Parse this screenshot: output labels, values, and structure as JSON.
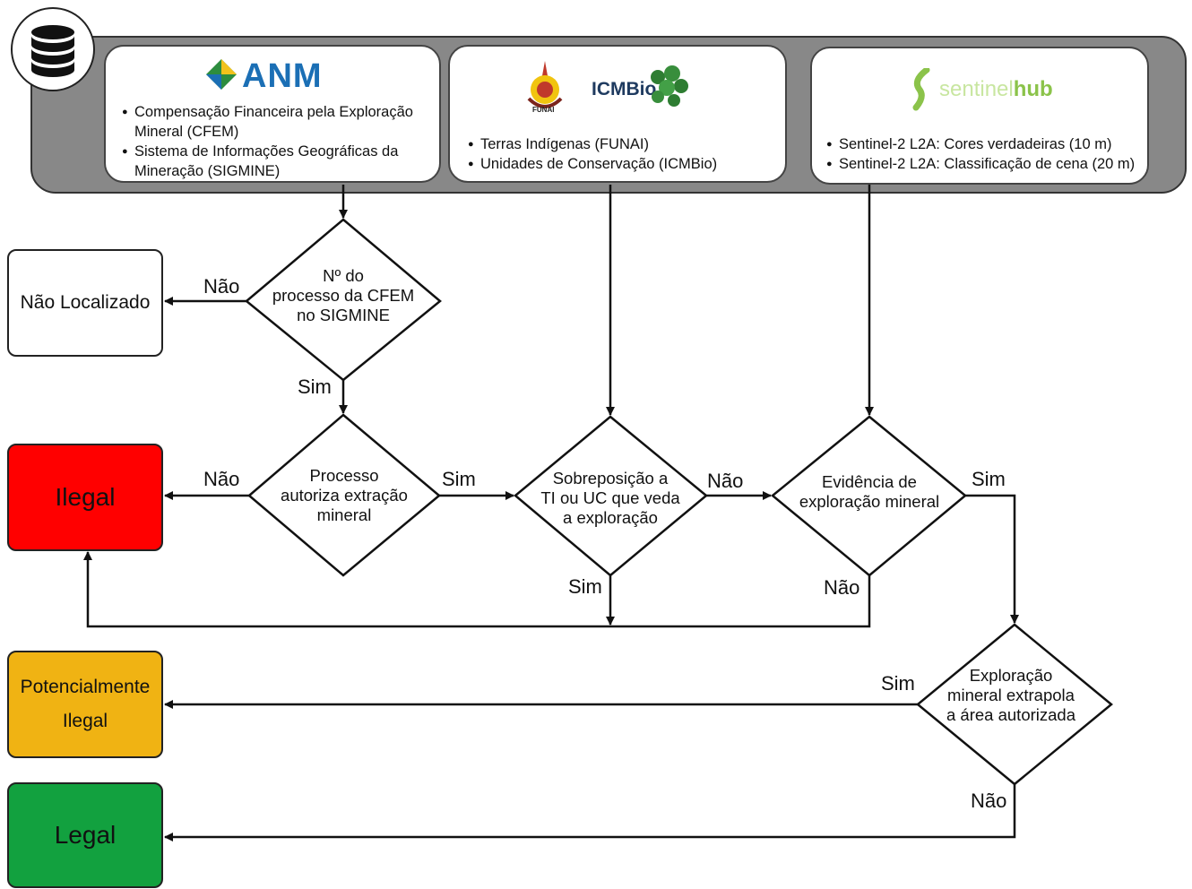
{
  "sources": {
    "anm": {
      "logo_text": "ANM",
      "bullets": [
        "Compensação Financeira pela Exploração Mineral (CFEM)",
        "Sistema de Informações Geográficas da Mineração (SIGMINE)"
      ]
    },
    "funai_icmbio": {
      "funai_logo_text": "FUNAI",
      "icmbio_logo_text": "ICMBio",
      "bullets": [
        "Terras Indígenas (FUNAI)",
        "Unidades de Conservação (ICMBio)"
      ]
    },
    "sentinel": {
      "logo_text_a": "sentinel",
      "logo_text_b": "hub",
      "bullets": [
        "Sentinel-2 L2A: Cores verdadeiras (10 m)",
        "Sentinel-2 L2A: Classificação de cena (20 m)"
      ]
    }
  },
  "decisions": {
    "d1": [
      "Nº do",
      "processo da CFEM",
      "no SIGMINE"
    ],
    "d2": [
      "Processo",
      "autoriza extração",
      "mineral"
    ],
    "d3": [
      "Sobreposição a",
      "TI ou UC que veda",
      "a exploração"
    ],
    "d4": [
      "Evidência de",
      "exploração mineral"
    ],
    "d5": [
      "Exploração",
      "mineral extrapola",
      "a área autorizada"
    ]
  },
  "outcomes": {
    "nao_localizado": "Não Localizado",
    "ilegal": "Ilegal",
    "potencialmente_line1": "Potencialmente",
    "potencialmente_line2": "Ilegal",
    "legal": "Legal"
  },
  "edge_labels": {
    "d1_no": "Não",
    "d1_yes": "Sim",
    "d2_no": "Não",
    "d2_yes": "Sim",
    "d3_no": "Não",
    "d3_yes": "Sim",
    "d4_yes": "Sim",
    "d4_no": "Não",
    "d5_yes": "Sim",
    "d5_no": "Não"
  },
  "colors": {
    "ilegal": "#ff0000",
    "potencialmente_ilegal": "#f0b313",
    "legal": "#12a13f",
    "panel": "#888888",
    "anm_blue": "#1b6fb5",
    "sentinel_green": "#8bc34a"
  }
}
